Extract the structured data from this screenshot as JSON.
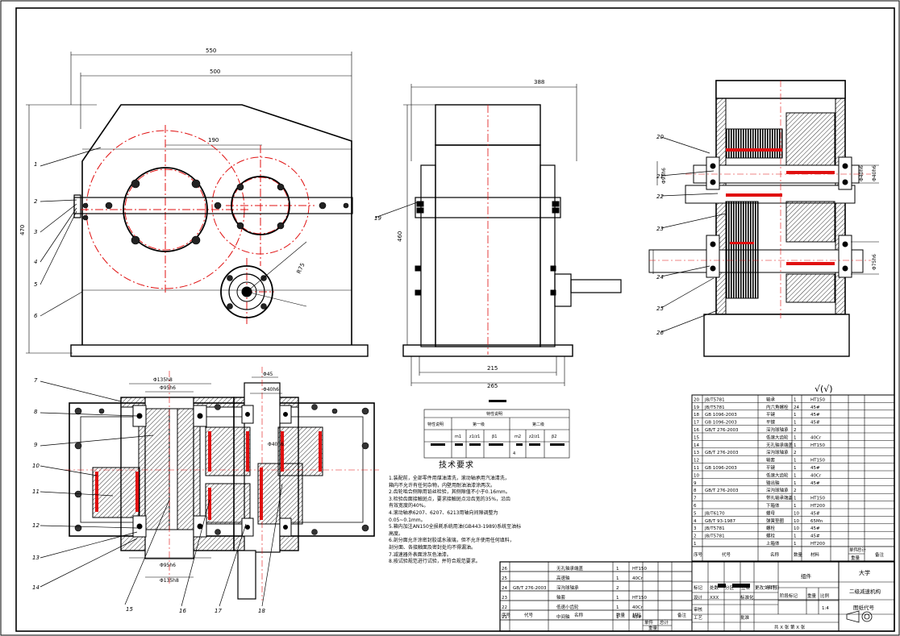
{
  "dims": {
    "top_550": "550",
    "top_500": "500",
    "top_190": "190",
    "left_470": "470",
    "r75": "R75",
    "side_388": "388",
    "side_460": "460",
    "side_215": "215",
    "side_265": "265",
    "bot_135h8": "Φ135h8",
    "bot_95h6": "Φ95h6",
    "bot_40h6_top": "Φ40h6",
    "bot_45": "Φ45",
    "bot_40h6_mid": "Φ40h6",
    "bot_95h6_b": "Φ95h6",
    "bot_135h8_b": "Φ135h8",
    "r_a": "Φ40h6",
    "r_b": "Φ40h6",
    "r_c": "Φ75h6",
    "r_d": "Φ95h6"
  },
  "leaders": [
    "1",
    "2",
    "3",
    "4",
    "5",
    "6",
    "7",
    "8",
    "9",
    "10",
    "11",
    "12",
    "13",
    "14",
    "15",
    "16",
    "17",
    "18",
    "19",
    "20",
    "21",
    "22",
    "23",
    "24",
    "25",
    "26"
  ],
  "meshing_table": {
    "title": "特性说明",
    "col_a": "特性说明",
    "group1": "第一级",
    "group2": "第二级",
    "subheads": [
      "m1",
      "z1/z1",
      "β1",
      "m2",
      "z2/z1",
      "β2"
    ],
    "val": "4"
  },
  "roughness": "√(√)",
  "tech_title": "技术要求",
  "tech_lines": [
    "1.装配前，全部零件用煤油清洗，滚动轴承用汽油清洗，",
    "  箱内不允许有任何杂物，内壁用耐油油漆涂两次。",
    "2.齿轮啮合侧隙用铅丝检验，其侧隙值不小于0.16mm。",
    "3.检验齿面接触斑点，要求接触斑点沿齿宽的35%，沿齿",
    "  有效宽度的40%。",
    "4.滚动轴承6207、6207、6213用轴向间隙调整为",
    "  0.05~0.1mm。",
    "5.箱内加注AN150全损耗系统用油(GB443-1989)系统至油标",
    "  高度。",
    "6.剖分面允许涂密封胶或水玻璃，但不允许使用任何填料，",
    "  剖分面、各接触面及密封处均不得漏油。",
    "7.减速器外表面涂灰色油漆。",
    "8.按试验规范进行试验，并符合规范要求。"
  ],
  "parts_right": [
    [
      "20",
      "JB/T5781",
      "轴承",
      "1",
      "HT150",
      ""
    ],
    [
      "19",
      "JB/T5781",
      "内六角螺栓",
      "24",
      "45#",
      ""
    ],
    [
      "18",
      "GB 1096-2003",
      "平键",
      "1",
      "45#",
      ""
    ],
    [
      "17",
      "GB 1096-2003",
      "平键",
      "1",
      "45#",
      ""
    ],
    [
      "16",
      "GB/T 276-2003",
      "深沟球轴承",
      "2",
      "",
      ""
    ],
    [
      "15",
      "",
      "低速大齿轮",
      "1",
      "40Cr",
      ""
    ],
    [
      "14",
      "",
      "无孔轴承端盖",
      "1",
      "HT150",
      ""
    ],
    [
      "13",
      "GB/T 276-2003",
      "深沟球轴承",
      "2",
      "",
      ""
    ],
    [
      "12",
      "",
      "轴套",
      "1",
      "HT150",
      ""
    ],
    [
      "11",
      "GB 1096-2003",
      "平键",
      "1",
      "45#",
      ""
    ],
    [
      "10",
      "",
      "低速大齿轮",
      "1",
      "40Cr",
      ""
    ],
    [
      "9",
      "",
      "输出轴",
      "1",
      "45#",
      ""
    ],
    [
      "8",
      "GB/T 276-2003",
      "深沟球轴承",
      "2",
      "",
      ""
    ],
    [
      "7",
      "",
      "带孔轴承端盖",
      "1",
      "HT150",
      ""
    ],
    [
      "6",
      "",
      "下箱体",
      "1",
      "HT200",
      ""
    ],
    [
      "5",
      "JB/T6170",
      "螺母",
      "10",
      "45#",
      ""
    ],
    [
      "4",
      "GB/T 93-1987",
      "弹簧垫圈",
      "10",
      "65Mn",
      ""
    ],
    [
      "3",
      "JB/T5781",
      "螺栓",
      "10",
      "45#",
      ""
    ],
    [
      "2",
      "JB/T5781",
      "螺栓",
      "1",
      "45#",
      ""
    ],
    [
      "1",
      "",
      "上箱体",
      "1",
      "HT200",
      ""
    ]
  ],
  "parts_right_header": [
    "序号",
    "代号",
    "名称",
    "数量",
    "材料",
    "单件",
    "总计",
    "重量",
    "备注"
  ],
  "parts_bottom": [
    [
      "26",
      "",
      "无孔轴承端盖",
      "1",
      "HT150"
    ],
    [
      "25",
      "",
      "高速轴",
      "1",
      "40Cr"
    ],
    [
      "24",
      "GB/T 276-2003",
      "深沟球轴承",
      "2",
      ""
    ],
    [
      "23",
      "",
      "轴套",
      "1",
      "HT150"
    ],
    [
      "22",
      "",
      "低速小齿轮",
      "1",
      "40Cr"
    ],
    [
      "21",
      "",
      "中间轴",
      "1",
      "45#"
    ]
  ],
  "parts_bottom_header": [
    "序号",
    "代号",
    "名称",
    "数量",
    "材料",
    "单件",
    "总计",
    "重量",
    "备注"
  ],
  "title_block": {
    "school": "大学",
    "drawing_name": "二级减速机构",
    "drawing_no": "图纸代号",
    "label_mark": "标记",
    "label_count": "处数",
    "label_zone": "分区",
    "label_change": "更改文件号",
    "label_sign": "签名",
    "label_date": "年月日",
    "label_design": "设计",
    "label_check": "审核",
    "label_process": "工艺",
    "label_approve": "批准",
    "label_std": "标准化",
    "label_stage": "阶段标记",
    "label_weight": "重量",
    "label_scale": "比例",
    "scale": "1:4",
    "sheet": "共 X 张    第 X 张",
    "group": "组件",
    "design_mark": "XXX"
  }
}
